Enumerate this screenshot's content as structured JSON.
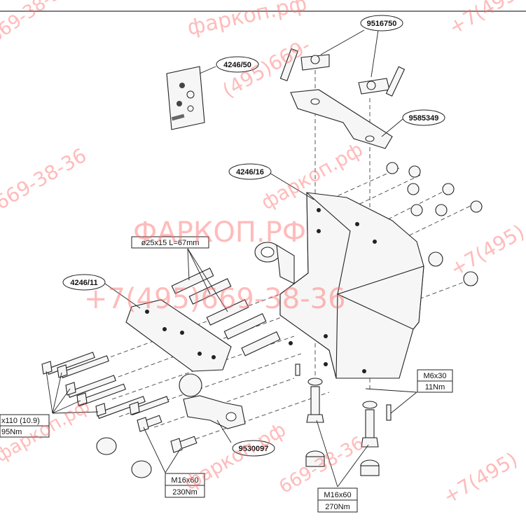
{
  "frame_color": "#555555",
  "watermark_color": "#ff6a6a",
  "callouts": {
    "part_9516750": "9516750",
    "part_4246_50": "4246/50",
    "part_9585349": "9585349",
    "part_4246_16": "4246/16",
    "spacer": "ø25x15 L=67mm",
    "part_4246_11": "4246/11",
    "part_9530097": "9530097"
  },
  "specs": {
    "m6": {
      "size": "M6x30",
      "torque": "11Nm"
    },
    "bolts_left": {
      "size": "x110 (10.9)",
      "torque": "95Nm"
    },
    "m16_left": {
      "size": "M16x60",
      "torque": "230Nm"
    },
    "m16_right": {
      "size": "M16x60",
      "torque": "270Nm"
    }
  },
  "watermarks": {
    "site": "фаркоп.рф",
    "site_upper": "ФАРКОП.РФ",
    "phone": "+7(495)669-38-36",
    "phone_partial_a": "(495)669-",
    "phone_partial_b": "669-38-36",
    "phone_partial_c": "+7(495)",
    "phone_tail": "+7(495)",
    "site_bottom": "фаркоп.рф"
  }
}
